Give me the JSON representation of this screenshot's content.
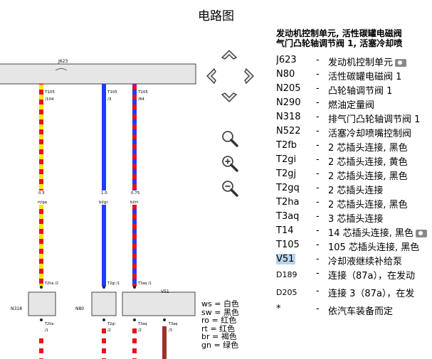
{
  "page": {
    "title": "电路图"
  },
  "diagram": {
    "ecu_label": "J623",
    "pins": [
      {
        "connector": "T105",
        "pin": "/104"
      },
      {
        "connector": "T105",
        "pin": "/3"
      },
      {
        "connector": "T105",
        "pin": "/84"
      }
    ],
    "sizes": [
      "0.5",
      "1.0",
      "0.75"
    ],
    "colors": [
      "rt/ge",
      "bl/gr",
      "bl/rt"
    ],
    "lower_pins": [
      "T2ha /2",
      "T2gi /1",
      "T3aq /1"
    ],
    "components": [
      "N318",
      "N80",
      "V51"
    ],
    "bottom_pins": [
      {
        "connector": "T2ha",
        "pin": "/1"
      },
      {
        "connector": "T2gi",
        "pin": "/2"
      },
      {
        "connector": "T3aq",
        "pin": "/2"
      },
      {
        "connector": "T3aq",
        "pin": "/3"
      }
    ]
  },
  "legend": [
    "ws = 白色",
    "sw = 黑色",
    "ro = 红色",
    "rt = 红色",
    "br = 褐色",
    "gn = 绿色"
  ],
  "panel": {
    "heading_line1": "发动机控制单元, 活性碳罐电磁阀",
    "heading_line2": "气门凸轮轴调节阀 1, 活塞冷却喷",
    "rows": [
      {
        "code": "J623",
        "desc": "发动机控制单元"
      },
      {
        "code": "N80",
        "desc": "活性碳罐电磁阀 1"
      },
      {
        "code": "N205",
        "desc": "凸轮轴调节阀 1"
      },
      {
        "code": "N290",
        "desc": "燃油定量阀"
      },
      {
        "code": "N318",
        "desc": "排气门凸轮轴调节阀 1"
      },
      {
        "code": "N522",
        "desc": "活塞冷却喷嘴控制阀"
      },
      {
        "code": "T2fb",
        "desc": "2 芯插头连接, 黑色"
      },
      {
        "code": "T2gi",
        "desc": "2 芯插头连接, 黄色"
      },
      {
        "code": "T2gj",
        "desc": "2 芯插头连接, 黑色"
      },
      {
        "code": "T2gq",
        "desc": "2 芯插头连接"
      },
      {
        "code": "T2ha",
        "desc": "2 芯插头连接, 黑色"
      },
      {
        "code": "T3aq",
        "desc": "3 芯插头连接"
      },
      {
        "code": "T14",
        "desc": "14 芯插头连接, 黑色"
      },
      {
        "code": "T105",
        "desc": "105 芯插头连接, 黑色"
      },
      {
        "code": "V51",
        "desc": "冷却液继续补给泵"
      },
      {
        "code": "D189",
        "desc": "连接（87a），在发动"
      },
      {
        "code": "D205",
        "desc": "连接 3（87a），在发"
      },
      {
        "code": "*",
        "desc": "依汽车装备而定"
      }
    ]
  },
  "colors": {
    "red": "#e8121b",
    "yellow": "#ffe800",
    "blue": "#1f3bff",
    "brown": "#a0312a",
    "highlight": "#b9d3ea"
  }
}
